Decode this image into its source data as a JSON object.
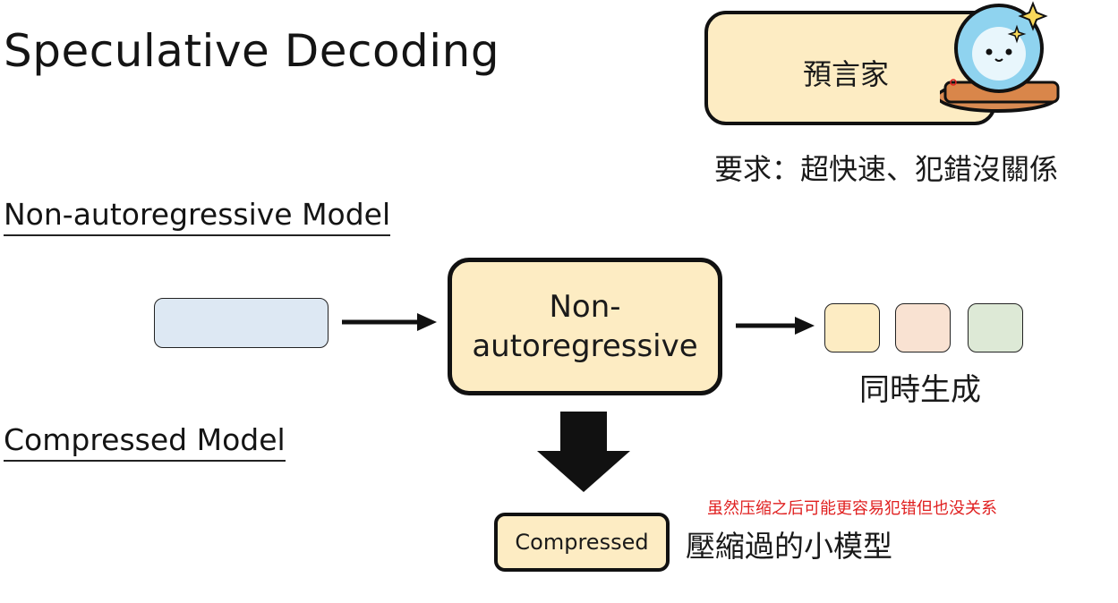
{
  "title": "Speculative Decoding",
  "oracle": {
    "label": "預言家",
    "requirement": "要求：超快速、犯錯沒關係"
  },
  "sections": {
    "non_autoregressive": "Non-autoregressive Model",
    "compressed": "Compressed Model"
  },
  "diagram": {
    "nar_box_line1": "Non-",
    "nar_box_line2": "autoregressive",
    "tokens_label": "同時生成",
    "compressed_box": "Compressed",
    "compressed_label": "壓縮過的小模型",
    "note": "虽然压缩之后可能更容易犯错但也没关系"
  },
  "colors": {
    "accent_yellow": "#fdecc3",
    "input_blue": "#dde8f3",
    "token_peach": "#f9e2d2",
    "token_green": "#dde9d6",
    "note_red": "#e02020"
  }
}
